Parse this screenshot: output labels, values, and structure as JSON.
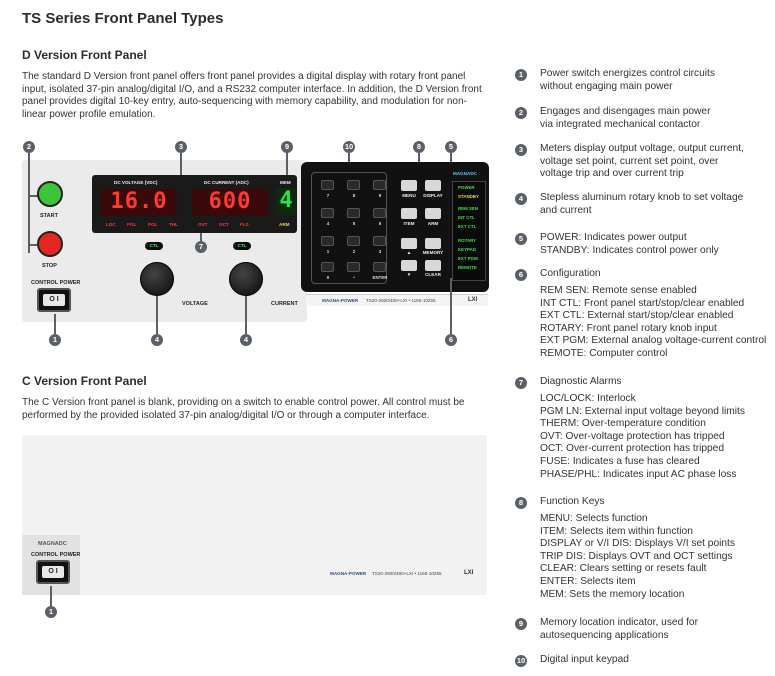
{
  "page_title": "TS Series Front Panel Types",
  "d_version": {
    "heading": "D Version Front Panel",
    "description": "The standard D Version front panel offers front panel provides a digital display with rotary front panel input, isolated 37-pin analog/digital I/O, and a RS232 computer interface. In addition, the D Version front panel provides digital 10-key entry, auto-sequencing with memory capability, and modulation for non-linear power profile emulation.",
    "panel": {
      "start_label": "START",
      "stop_label": "STOP",
      "control_power_label": "CONTROL POWER",
      "switch_text": "O I",
      "dc_voltage_label": "DC VOLTAGE (VDC)",
      "dc_current_label": "DC CURRENT (ADC)",
      "mem_label": "MEM",
      "voltage_display": "16.0",
      "current_display": "600",
      "mem_display": "4",
      "alarm_labels": [
        "LOC",
        "PGL",
        "PGL",
        "THL",
        "OVT",
        "OCT",
        "FLS"
      ],
      "arm_label": "ARM",
      "ctl_label": "CTL",
      "voltage_knob_label": "VOLTAGE",
      "current_knob_label": "CURRENT",
      "keypad_keys": [
        "7",
        "8",
        "9",
        "4",
        "5",
        "6",
        "1",
        "2",
        "3",
        "0",
        "•",
        "ENTER"
      ],
      "function_keys": [
        "MENU",
        "DISPLAY",
        "ITEM",
        "ARM",
        "▲",
        "MEMORY",
        "▼",
        "CLEAR"
      ],
      "brand": "MAGNADC",
      "status_top": [
        "POWER",
        "STANDBY"
      ],
      "status_config_1": [
        "REM SEN",
        "INT CTL",
        "EXT CTL"
      ],
      "status_config_2": [
        "ROTARY",
        "KEYPAD",
        "EXT PGM",
        "REMOTE"
      ],
      "model_text": "TS20-2500/480+LXI • 1166-10255",
      "logo_text": "MAGNA-POWER",
      "lxi_text": "LXI"
    },
    "callouts": [
      "2",
      "3",
      "9",
      "10",
      "8",
      "5",
      "1",
      "7",
      "4",
      "4",
      "6"
    ]
  },
  "c_version": {
    "heading": "C Version Front Panel",
    "description": "The C Version front panel is blank, providing on a switch to enable control power. All control must be performed by the provided isolated 37-pin analog/digital I/O or through a computer interface.",
    "panel": {
      "brand": "MAGNADC",
      "control_power_label": "CONTROL POWER",
      "switch_text": "O I",
      "logo_text": "MAGNA-POWER",
      "model_text": "TS20-2500/480+LXI • 1166-10255",
      "lxi_text": "LXI"
    },
    "callouts": [
      "1"
    ]
  },
  "legend": [
    {
      "num": "1",
      "text": "Power switch energizes control circuits\nwithout engaging main power"
    },
    {
      "num": "2",
      "text": "Engages and disengages main power\nvia integrated mechanical contactor"
    },
    {
      "num": "3",
      "text": "Meters display output voltage, output current,\nvoltage set point, current set point, over\nvoltage trip and over current trip"
    },
    {
      "num": "4",
      "text": "Stepless aluminum rotary knob to set voltage\nand current"
    },
    {
      "num": "5",
      "text": "POWER: Indicates power output\nSTANDBY: Indicates control power only"
    },
    {
      "num": "6",
      "text": "Configuration",
      "sub": "REM SEN: Remote sense enabled\nINT CTL: Front panel start/stop/clear enabled\nEXT CTL: External start/stop/clear enabled\nROTARY: Front panel rotary knob input\nEXT PGM: External analog voltage-current control\nREMOTE: Computer control"
    },
    {
      "num": "7",
      "text": "Diagnostic Alarms",
      "sub": "LOC/LOCK: Interlock\nPGM LN: External input voltage beyond limits\nTHERM: Over-temperature condition\nOVT: Over-voltage protection has tripped\nOCT: Over-current protection has tripped\nFUSE: Indicates a fuse has cleared\nPHASE/PHL: Indicates input AC phase loss"
    },
    {
      "num": "8",
      "text": "Function Keys",
      "sub": "MENU: Selects function\nITEM: Selects item within function\nDISPLAY or V/I DIS: Displays V/I set points\nTRIP DIS: Displays OVT and OCT settings\nCLEAR: Clears setting or resets fault\nENTER: Selects item\nMEM: Sets the memory location"
    },
    {
      "num": "9",
      "text": "Memory location indicator, used for\nautosequencing applications"
    },
    {
      "num": "10",
      "text": "Digital input keypad"
    }
  ]
}
